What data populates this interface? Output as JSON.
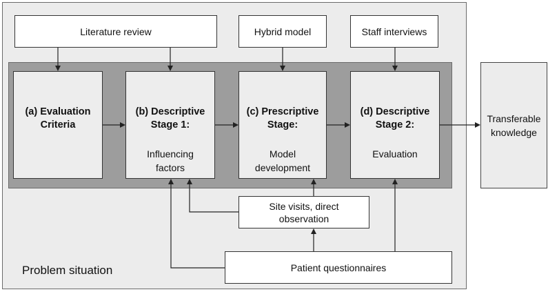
{
  "diagram": {
    "problem_label": "Problem situation",
    "inputs": {
      "literature": "Literature review",
      "hybrid": "Hybrid model",
      "staff": "Staff interviews",
      "site_visits": [
        "Site visits, direct",
        "observation"
      ],
      "patient": "Patient questionnaires"
    },
    "stages": [
      {
        "title": [
          "(a)   Evaluation",
          "Criteria"
        ],
        "subtitle": []
      },
      {
        "title": [
          "(b) Descriptive",
          "Stage 1:"
        ],
        "subtitle": [
          "Influencing",
          "factors"
        ]
      },
      {
        "title": [
          "(c) Prescriptive",
          "Stage:"
        ],
        "subtitle": [
          "Model",
          "development"
        ]
      },
      {
        "title": [
          "(d) Descriptive",
          "Stage 2:"
        ],
        "subtitle": [
          "Evaluation"
        ]
      }
    ],
    "output": [
      "Transferable",
      "knowledge"
    ]
  }
}
